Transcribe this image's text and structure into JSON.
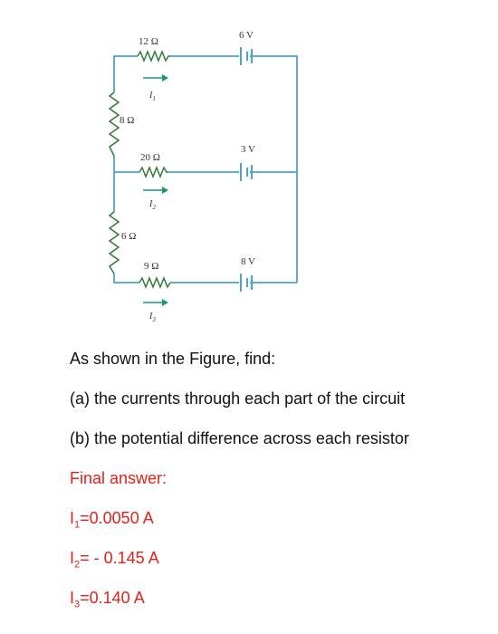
{
  "figure": {
    "resistors": [
      {
        "id": "R12",
        "label": "12 Ω"
      },
      {
        "id": "R8",
        "label": "8 Ω"
      },
      {
        "id": "R20",
        "label": "20 Ω"
      },
      {
        "id": "R6",
        "label": "6 Ω"
      },
      {
        "id": "R9",
        "label": "9 Ω"
      }
    ],
    "batteries": [
      {
        "id": "B1",
        "label": "6 V"
      },
      {
        "id": "B2",
        "label": "3 V"
      },
      {
        "id": "B3",
        "label": "8 V"
      }
    ],
    "currents": [
      {
        "id": "I1",
        "symbol": "I",
        "sub": "1"
      },
      {
        "id": "I2",
        "symbol": "I",
        "sub": "2"
      },
      {
        "id": "I3",
        "symbol": "I",
        "sub": "3"
      }
    ]
  },
  "problem": {
    "intro": "As shown in the Figure, find:",
    "part_a": "(a) the currents through each part of the circuit",
    "part_b": "(b) the potential difference across each resistor"
  },
  "answer": {
    "heading": "Final answer:",
    "items": [
      {
        "sym": "I",
        "sub": "1",
        "value": "=0.0050 A"
      },
      {
        "sym": "I",
        "sub": "2",
        "value": "= - 0.145 A"
      },
      {
        "sym": "I",
        "sub": "3",
        "value": "=0.140 A"
      }
    ]
  },
  "colors": {
    "wire": "#4aa3d8",
    "resistor": "#2f7a3a",
    "arrow": "#1a9a6a",
    "answer": "#e2231a"
  }
}
